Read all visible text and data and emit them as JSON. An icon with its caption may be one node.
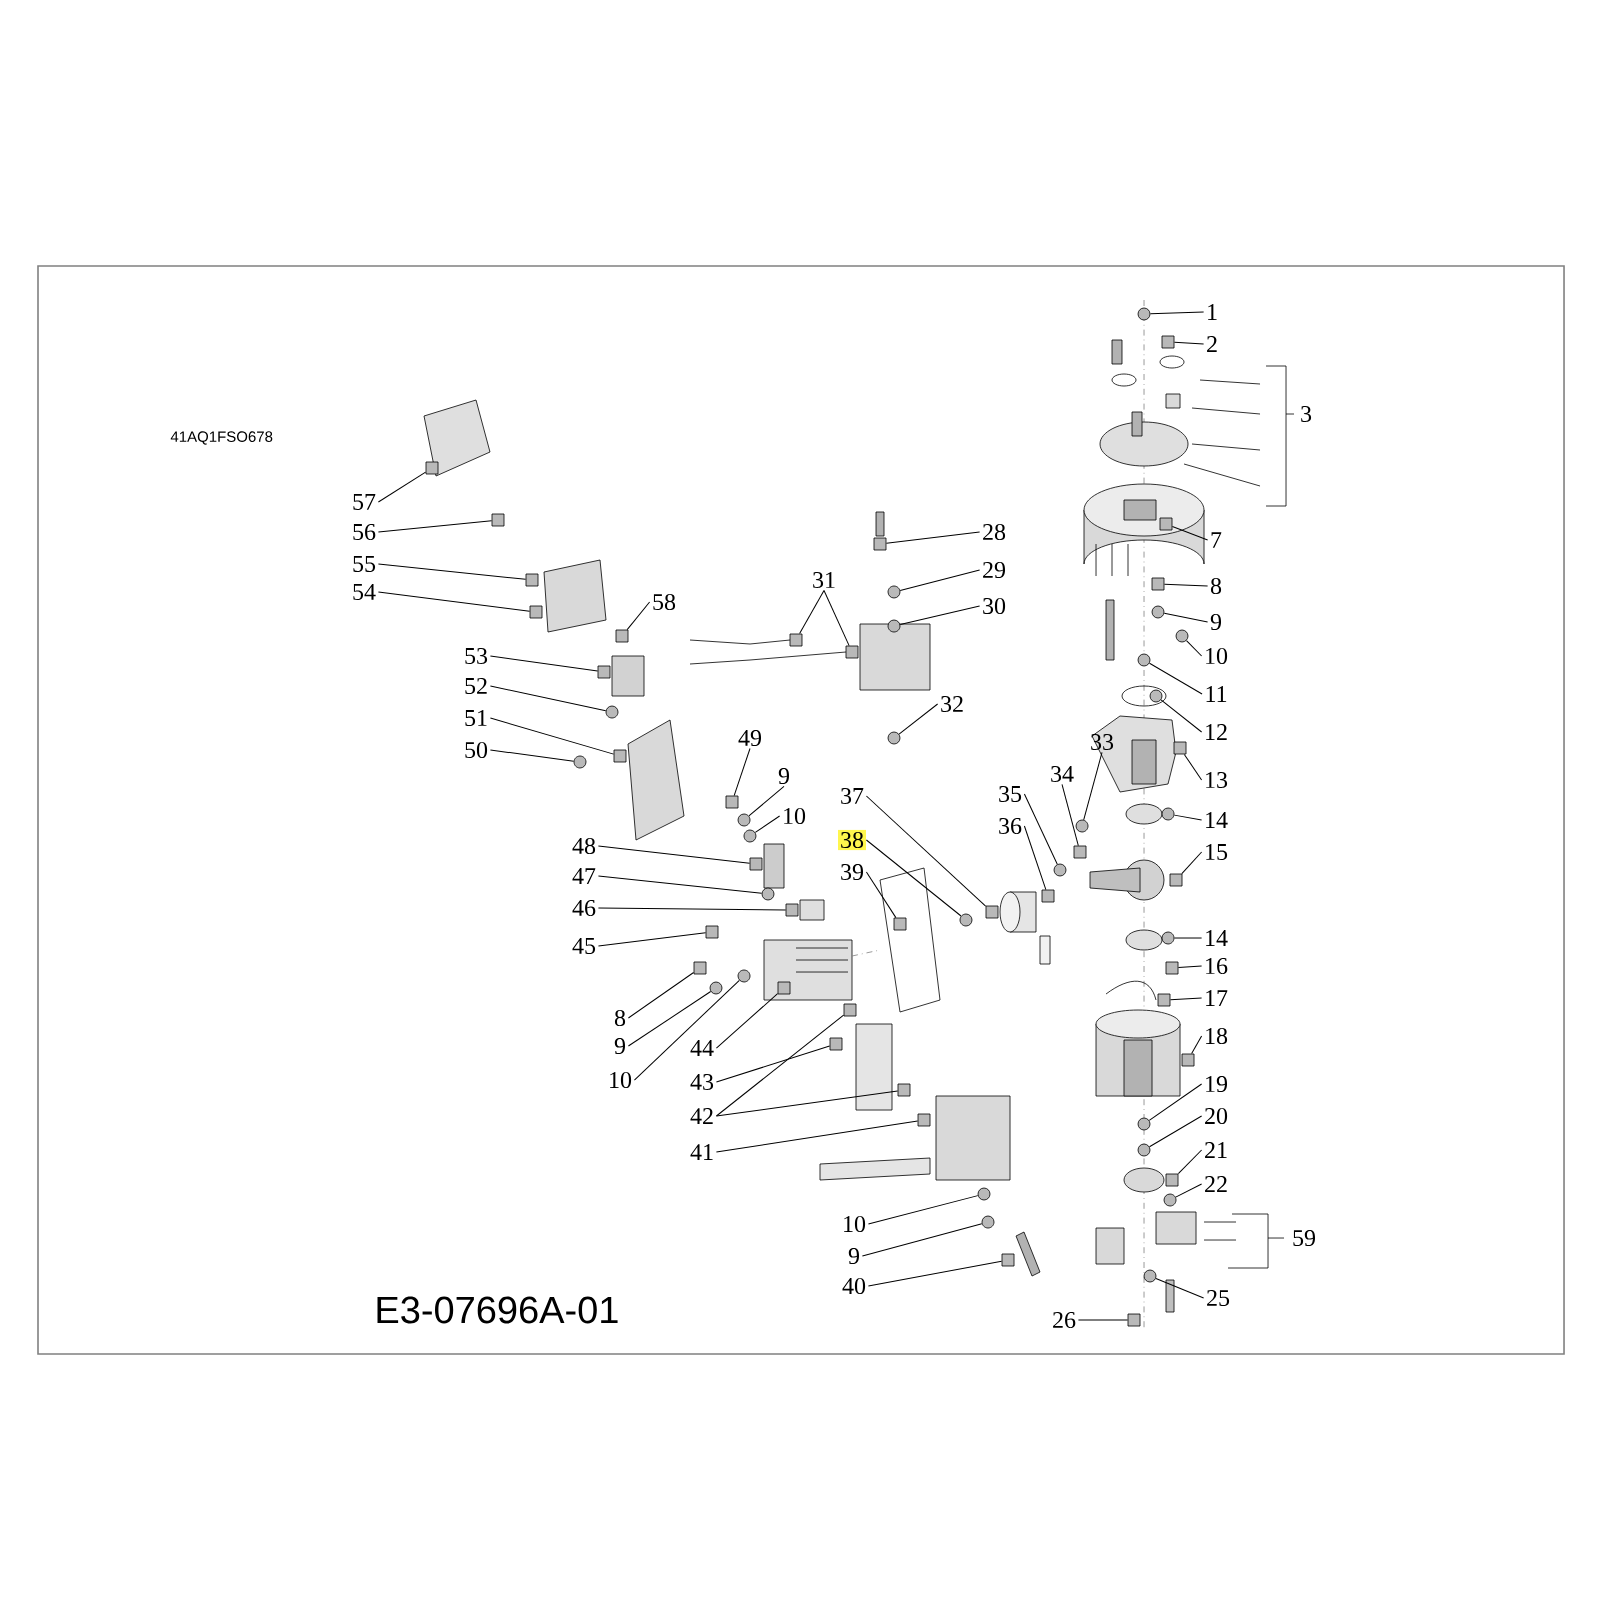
{
  "diagram": {
    "nodes": [
      {
        "text": [
          "1"
        ]
      },
      {
        "text": [
          "2"
        ]
      },
      {
        "text": [
          "3"
        ]
      },
      {
        "text": [
          "7"
        ]
      },
      {
        "text": [
          "8"
        ]
      },
      {
        "text": [
          "9"
        ]
      },
      {
        "text": [
          "10"
        ]
      },
      {
        "text": [
          "11"
        ]
      },
      {
        "text": [
          "12"
        ]
      },
      {
        "text": [
          "13"
        ]
      },
      {
        "text": [
          "14"
        ]
      },
      {
        "text": [
          "15"
        ]
      },
      {
        "text": [
          "14"
        ]
      },
      {
        "text": [
          "16"
        ]
      },
      {
        "text": [
          "17"
        ]
      },
      {
        "text": [
          "18"
        ]
      },
      {
        "text": [
          "19"
        ]
      },
      {
        "text": [
          "20"
        ]
      },
      {
        "text": [
          "21"
        ]
      },
      {
        "text": [
          "22"
        ]
      },
      {
        "text": [
          "59"
        ]
      },
      {
        "text": [
          "25"
        ]
      },
      {
        "text": [
          "26"
        ]
      },
      {
        "text": [
          "28"
        ]
      },
      {
        "text": [
          "29"
        ]
      },
      {
        "text": [
          "30"
        ]
      },
      {
        "text": [
          "31"
        ]
      },
      {
        "text": [
          "32"
        ]
      },
      {
        "text": [
          "33"
        ]
      },
      {
        "text": [
          "34"
        ]
      },
      {
        "text": [
          "35"
        ]
      },
      {
        "text": [
          "36"
        ]
      },
      {
        "text": [
          "37"
        ]
      },
      {
        "text": [
          "38"
        ]
      },
      {
        "text": [
          "39"
        ]
      },
      {
        "text": [
          "57"
        ]
      },
      {
        "text": [
          "56"
        ]
      },
      {
        "text": [
          "55"
        ]
      },
      {
        "text": [
          "54"
        ]
      },
      {
        "text": [
          "58"
        ]
      },
      {
        "text": [
          "53"
        ]
      },
      {
        "text": [
          "52"
        ]
      },
      {
        "text": [
          "51"
        ]
      },
      {
        "text": [
          "50"
        ]
      },
      {
        "text": [
          "49"
        ]
      },
      {
        "text": [
          "9"
        ]
      },
      {
        "text": [
          "10"
        ]
      },
      {
        "text": [
          "48"
        ]
      },
      {
        "text": [
          "47"
        ]
      },
      {
        "text": [
          "46"
        ]
      },
      {
        "text": [
          "45"
        ]
      },
      {
        "text": [
          "8"
        ]
      },
      {
        "text": [
          "9"
        ]
      },
      {
        "text": [
          "10"
        ]
      },
      {
        "text": [
          "44"
        ]
      },
      {
        "text": [
          "43"
        ]
      },
      {
        "text": [
          "42"
        ]
      },
      {
        "text": [
          "41"
        ]
      },
      {
        "text": [
          "10"
        ]
      },
      {
        "text": [
          "9"
        ]
      },
      {
        "text": [
          "40"
        ]
      },
      {
        "text": [],
        "shape": "circle"
      },
      {
        "text": [],
        "shape": "box"
      },
      {
        "text": [],
        "shape": "box"
      },
      {
        "text": [],
        "shape": "box"
      },
      {
        "text": [],
        "shape": "circle"
      },
      {
        "text": [],
        "shape": "circle"
      },
      {
        "text": [],
        "shape": "circle"
      },
      {
        "text": [],
        "shape": "circle"
      },
      {
        "text": [],
        "shape": "box"
      },
      {
        "text": [],
        "shape": "circle"
      },
      {
        "text": [],
        "shape": "box"
      },
      {
        "text": [],
        "shape": "circle"
      },
      {
        "text": [],
        "shape": "box"
      },
      {
        "text": [],
        "shape": "box"
      },
      {
        "text": [],
        "shape": "box"
      },
      {
        "text": [],
        "shape": "circle"
      },
      {
        "text": [],
        "shape": "circle"
      },
      {
        "text": [],
        "shape": "box"
      },
      {
        "text": [],
        "shape": "circle"
      },
      {
        "text": [],
        "shape": "circle"
      },
      {
        "text": [],
        "shape": "box"
      },
      {
        "text": [],
        "shape": "box"
      },
      {
        "text": [],
        "shape": "circle"
      },
      {
        "text": [],
        "shape": "circle"
      },
      {
        "text": [],
        "shape": "box"
      },
      {
        "text": [],
        "shape": "box"
      },
      {
        "text": [],
        "shape": "circle"
      },
      {
        "text": [],
        "shape": "circle"
      },
      {
        "text": [],
        "shape": "box"
      },
      {
        "text": [],
        "shape": "circle"
      },
      {
        "text": [],
        "shape": "box"
      },
      {
        "text": [],
        "shape": "box"
      },
      {
        "text": [],
        "shape": "circle"
      },
      {
        "text": [],
        "shape": "box"
      },
      {
        "text": [],
        "shape": "box"
      },
      {
        "text": [],
        "shape": "box"
      },
      {
        "text": [],
        "shape": "box"
      },
      {
        "text": [],
        "shape": "box"
      },
      {
        "text": [],
        "shape": "box"
      },
      {
        "text": [],
        "shape": "box"
      },
      {
        "text": [],
        "shape": "circle"
      },
      {
        "text": [],
        "shape": "box"
      },
      {
        "text": [],
        "shape": "circle"
      },
      {
        "text": [],
        "shape": "box"
      },
      {
        "text": [],
        "shape": "circle"
      },
      {
        "text": [],
        "shape": "circle"
      },
      {
        "text": [],
        "shape": "box"
      },
      {
        "text": [],
        "shape": "circle"
      },
      {
        "text": [],
        "shape": "box"
      },
      {
        "text": [],
        "shape": "box"
      },
      {
        "text": [],
        "shape": "box"
      },
      {
        "text": [],
        "shape": "circle"
      },
      {
        "text": [],
        "shape": "circle"
      },
      {
        "text": [],
        "shape": "box"
      },
      {
        "text": [],
        "shape": "box"
      },
      {
        "text": [],
        "shape": "box"
      },
      {
        "text": [],
        "shape": "box"
      },
      {
        "text": [],
        "shape": "box"
      },
      {
        "text": [],
        "shape": "circle"
      },
      {
        "text": [],
        "shape": "circle"
      },
      {
        "text": [],
        "shape": "box"
      }
    ],
    "edges": [
      {
        "from": 0,
        "to": 61,
        "arrow": "none"
      },
      {
        "from": 1,
        "to": 62,
        "arrow": "none"
      },
      {
        "from": 3,
        "to": 63,
        "arrow": "none"
      },
      {
        "from": 4,
        "to": 64,
        "arrow": "none"
      },
      {
        "from": 5,
        "to": 65,
        "arrow": "none"
      },
      {
        "from": 6,
        "to": 66,
        "arrow": "none"
      },
      {
        "from": 7,
        "to": 67,
        "arrow": "none"
      },
      {
        "from": 8,
        "to": 68,
        "arrow": "none"
      },
      {
        "from": 9,
        "to": 69,
        "arrow": "none"
      },
      {
        "from": 10,
        "to": 70,
        "arrow": "none"
      },
      {
        "from": 11,
        "to": 71,
        "arrow": "none"
      },
      {
        "from": 12,
        "to": 72,
        "arrow": "none"
      },
      {
        "from": 13,
        "to": 73,
        "arrow": "none"
      },
      {
        "from": 14,
        "to": 74,
        "arrow": "none"
      },
      {
        "from": 15,
        "to": 75,
        "arrow": "none"
      },
      {
        "from": 16,
        "to": 76,
        "arrow": "none"
      },
      {
        "from": 17,
        "to": 77,
        "arrow": "none"
      },
      {
        "from": 18,
        "to": 78,
        "arrow": "none"
      },
      {
        "from": 19,
        "to": 79,
        "arrow": "none"
      },
      {
        "from": 21,
        "to": 80,
        "arrow": "none"
      },
      {
        "from": 22,
        "to": 81,
        "arrow": "none"
      },
      {
        "from": 23,
        "to": 82,
        "arrow": "none"
      },
      {
        "from": 24,
        "to": 83,
        "arrow": "none"
      },
      {
        "from": 25,
        "to": 84,
        "arrow": "none"
      },
      {
        "from": 26,
        "to": 85,
        "arrow": "none"
      },
      {
        "from": 26,
        "to": 86,
        "arrow": "none"
      },
      {
        "from": 27,
        "to": 87,
        "arrow": "none"
      },
      {
        "from": 28,
        "to": 88,
        "arrow": "none"
      },
      {
        "from": 29,
        "to": 89,
        "arrow": "none"
      },
      {
        "from": 30,
        "to": 90,
        "arrow": "none"
      },
      {
        "from": 31,
        "to": 91,
        "arrow": "none"
      },
      {
        "from": 32,
        "to": 92,
        "arrow": "none"
      },
      {
        "from": 33,
        "to": 93,
        "arrow": "none"
      },
      {
        "from": 34,
        "to": 94,
        "arrow": "none"
      },
      {
        "from": 35,
        "to": 95,
        "arrow": "none"
      },
      {
        "from": 36,
        "to": 96,
        "arrow": "none"
      },
      {
        "from": 37,
        "to": 97,
        "arrow": "none"
      },
      {
        "from": 38,
        "to": 98,
        "arrow": "none"
      },
      {
        "from": 39,
        "to": 99,
        "arrow": "none"
      },
      {
        "from": 40,
        "to": 100,
        "arrow": "none"
      },
      {
        "from": 41,
        "to": 101,
        "arrow": "none"
      },
      {
        "from": 42,
        "to": 102,
        "arrow": "none"
      },
      {
        "from": 43,
        "to": 103,
        "arrow": "none"
      },
      {
        "from": 44,
        "to": 104,
        "arrow": "none"
      },
      {
        "from": 45,
        "to": 105,
        "arrow": "none"
      },
      {
        "from": 46,
        "to": 106,
        "arrow": "none"
      },
      {
        "from": 47,
        "to": 107,
        "arrow": "none"
      },
      {
        "from": 48,
        "to": 108,
        "arrow": "none"
      },
      {
        "from": 49,
        "to": 109,
        "arrow": "none"
      },
      {
        "from": 50,
        "to": 110,
        "arrow": "none"
      },
      {
        "from": 51,
        "to": 111,
        "arrow": "none"
      },
      {
        "from": 52,
        "to": 112,
        "arrow": "none"
      },
      {
        "from": 53,
        "to": 113,
        "arrow": "none"
      },
      {
        "from": 54,
        "to": 114,
        "arrow": "none"
      },
      {
        "from": 55,
        "to": 115,
        "arrow": "none"
      },
      {
        "from": 56,
        "to": 116,
        "arrow": "none"
      },
      {
        "from": 56,
        "to": 117,
        "arrow": "none"
      },
      {
        "from": 57,
        "to": 118,
        "arrow": "none"
      },
      {
        "from": 58,
        "to": 119,
        "arrow": "none"
      },
      {
        "from": 59,
        "to": 120,
        "arrow": "none"
      },
      {
        "from": 60,
        "to": 121,
        "arrow": "none"
      }
    ],
    "labels": [
      "41AQ1FSO678",
      "E3-07696A-01"
    ]
  }
}
